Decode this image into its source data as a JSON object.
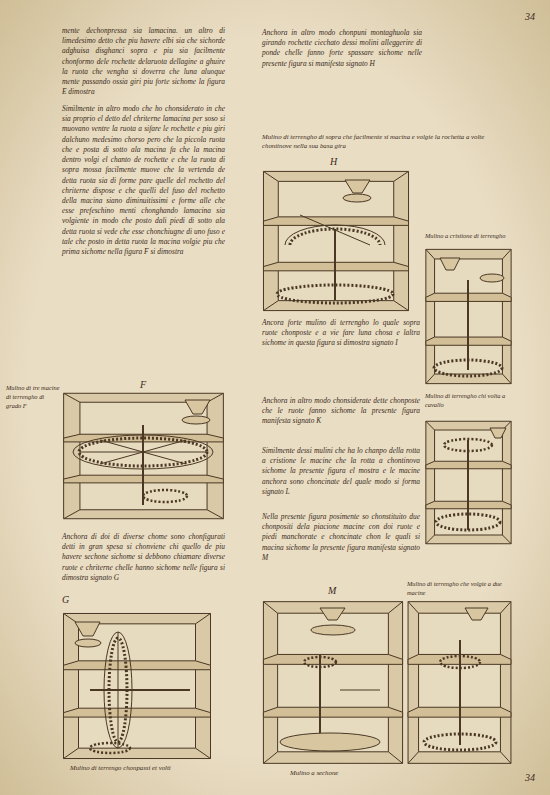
{
  "diagram": {
    "labels": [
      "34",
      "mente dechonpressa sia lamacina. un altro di limedesimo detto che piu havere elbi sia che sichorde adghuisa disghanci sopra e piu sia facilmente chonformo dele rochette delaruota dellagine a ghuire la ruota che vengha si doverra che luna aluoque mente passando ossia giri piu forte sichome la figura E dimostra",
      "Simìlmente in altro modo che ho chonsiderato in che sia proprio el detto del chriterne lamacina per soso si muovano ventre la ruota a sifare le rochette e piu giri dalchuno medesimo chorso pero che la piccola ruota che e posta di sotto ala macina fa che la macina dentro volgi el chanto de rochette e che la ruota di sopra mossa facilmente muove che la vertenda de detta ruota sia di forme pare quelle del rochetto del chriterne dispose e che quelli del fuso del rochetto della macina siano diminuitissimi e forme alle che esse prefeschino menti chonghando lamacina sia volgiente in modo che posto dali piedi di sotto ala detta ruota si vede che esse chonchiugne di uno fuso e tale che posto in detta ruota la macina volgie piu che prima sichome nella figura F si dimostra",
      "Mulino di tre macine di terrengho di grado F",
      "F",
      "Anchora di doi di diverse chome sono chonfigurati detti in gran spesa si chonviene chi quello de piu havere sechone sichome si debbono chiamare diverse ruote e chriterne chelle hanno sichome nelle figura si dimostra signato G",
      "G",
      "Mulino di terrengo chonpassi et volti",
      "Anchora in altro modo chonpuni montaghuola sia girando rochette ciechato dessi molini alleggerire di ponde chelle fanno forte spassare sichome nelle presente figura si manifesta signato H",
      "Mulino di terrengho di sopra che facilmente si macina e volgie la rochetta a volte chontinove nella sua basa gira",
      "H",
      "Mulino a cristione di terrengho",
      "Ancora forte mulino di terrengho lo quale sopra ruote chonposte e a vie fare luna chosa e laltra sichome in questa figura si dimostra signato I",
      "Mulino di terrengho chi volta a cavallo",
      "Anchora in altro modo chonsiderate dette chonposte che le ruote fanno sichome la presente figura manifesta signato K",
      "Similmente dessi mulini che ha lo chanpo della rotta a cristione le macine che la rotta a chontinova sichome la presente figura el mostra e le macine anchora sono choncinate del quale modo si forma signato L",
      "Nella presente figura posimente so chonstituito due chonpositi dela piacione macine con doi ruote e piedi manchorate e choncinate chon le quali si macina sichome la presente figura manifesta signato M",
      "M",
      "Mulino di terrengho che volgie a due macine",
      "Mulino a sechone",
      "34"
    ]
  }
}
